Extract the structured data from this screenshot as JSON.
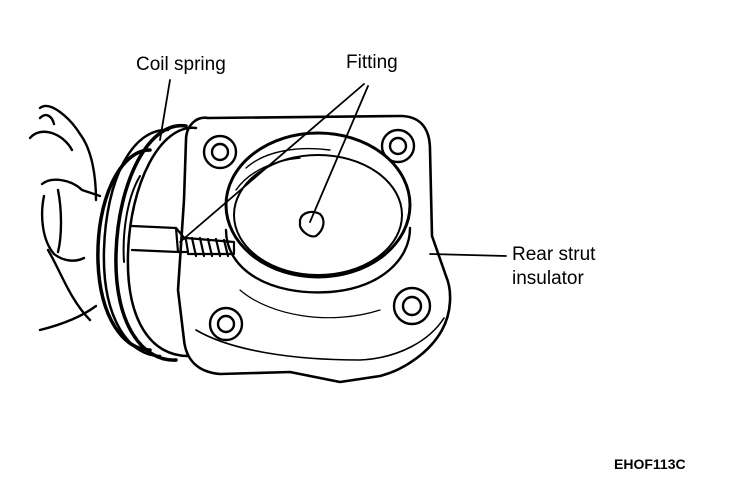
{
  "labels": {
    "coil_spring": "Coil spring",
    "fitting": "Fitting",
    "rear_strut_line1": "Rear strut",
    "rear_strut_line2": "insulator"
  },
  "figure_code": "EHOF113C",
  "colors": {
    "ink": "#000000",
    "paper": "#ffffff"
  }
}
